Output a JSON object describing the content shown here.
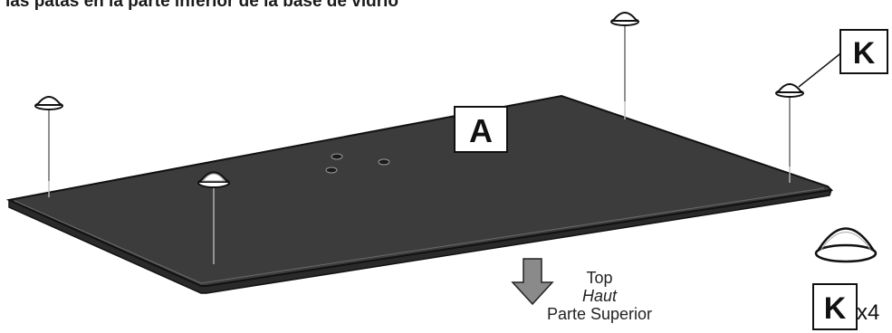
{
  "caption": "las patas en la parte inferior de la base de vidrio",
  "parts": {
    "glass_base": "A",
    "foot": "K"
  },
  "orientation": {
    "en": "Top",
    "fr": "Haut",
    "es": "Parte Superior"
  },
  "quantity": "x4",
  "colors": {
    "glass": "#3c3c3c",
    "outline": "#111111",
    "arrow": "#8a8a8a"
  }
}
